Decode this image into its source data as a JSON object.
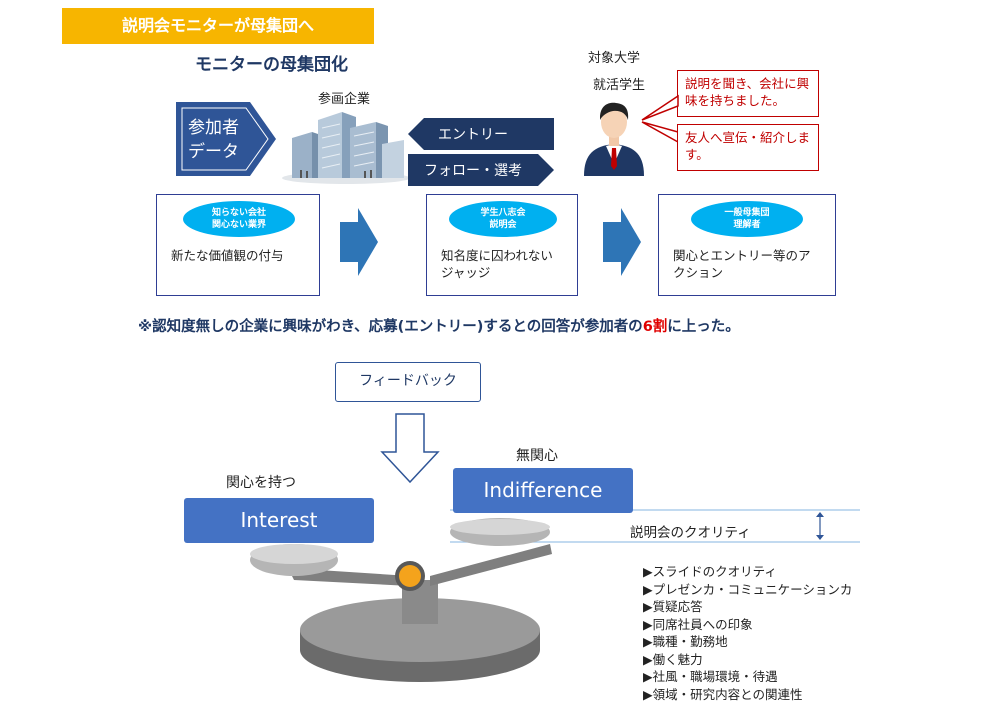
{
  "banner": "説明会モニターが母集団へ",
  "subtitle": "モニターの母集団化",
  "participant_data": [
    "参加者",
    "データ"
  ],
  "company_label": "参画企業",
  "arrows": {
    "entry": "エントリー",
    "follow": "フォロー・選考"
  },
  "student": {
    "line1": "対象大学",
    "line2": "就活学生"
  },
  "bubbles": [
    "説明を聞き、会社に興味を持ちました。",
    "友人へ宣伝・紹介します。"
  ],
  "process": [
    {
      "oval": [
        "知らない会社",
        "関心ない業界"
      ],
      "text": [
        "新たな価値観の付与"
      ]
    },
    {
      "oval": [
        "学生八志会",
        "説明会"
      ],
      "text": [
        "知名度に囚われない",
        "ジャッジ"
      ]
    },
    {
      "oval": [
        "一般母集団",
        "理解者"
      ],
      "text": [
        "関心とエントリー等のア",
        "クション"
      ]
    }
  ],
  "note": {
    "before": "※認知度無しの企業に興味がわき、応募(エントリー)するとの回答が参加者の",
    "highlight": "6割",
    "after": "に上った。"
  },
  "feedback": "フィードバック",
  "scale_labels": {
    "interest_caption": "関心を持つ",
    "indifference_caption": "無関心",
    "interest": "Interest",
    "indifference": "Indifference"
  },
  "quality_label": "説明会のクオリティ",
  "factors": [
    "▶スライドのクオリティ",
    "▶プレゼンカ・コミュニケーションカ",
    "▶質疑応答",
    "▶同席社員への印象",
    "▶職種・勤務地",
    "▶働く魅力",
    "▶社風・職場環境・待遇",
    "▶領域・研究内容との関連性"
  ],
  "colors": {
    "banner": "#f7b500",
    "navy": "#1f3864",
    "blue_box": "#4472c4",
    "oval": "#00b0f0",
    "accent_red": "#e00000"
  }
}
